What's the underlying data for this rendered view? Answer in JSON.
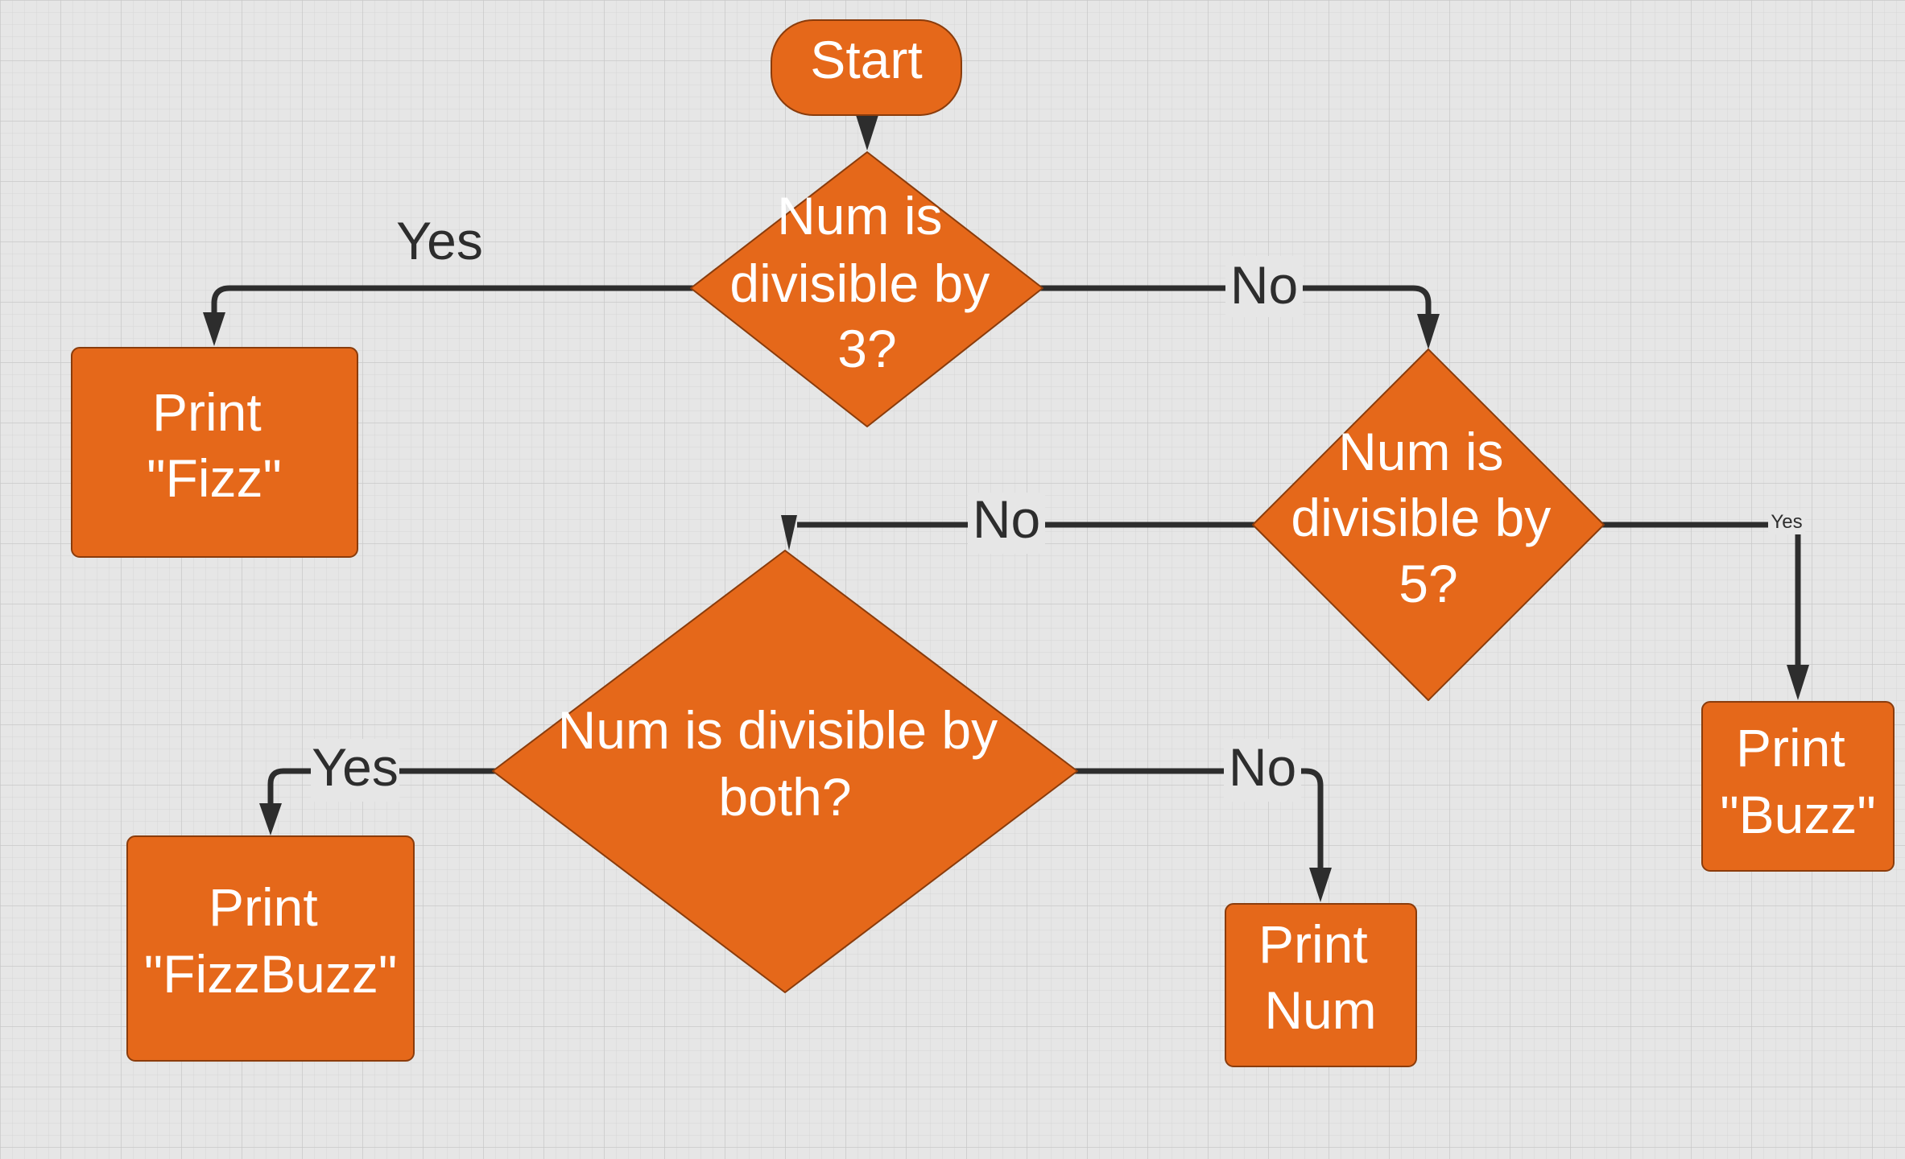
{
  "colors": {
    "node_fill": "#e5681a",
    "node_stroke": "#8a3c0c",
    "node_text": "#ffffff",
    "connector": "#2d2d2d",
    "edge_label": "#2d2d2d",
    "canvas": "#e6e6e6",
    "grid_minor": "#d6d6d6",
    "grid_major": "#c8c8c8"
  },
  "nodes": {
    "start": {
      "lines": [
        "Start"
      ]
    },
    "decision_div3": {
      "lines": [
        "Num is",
        "divisible by",
        "3?"
      ]
    },
    "decision_div5": {
      "lines": [
        "Num is",
        "divisible by",
        "5?"
      ]
    },
    "decision_both": {
      "lines": [
        "Num is divisible by",
        "both?"
      ]
    },
    "print_fizz": {
      "lines": [
        "Print",
        "\"Fizz\""
      ]
    },
    "print_buzz": {
      "lines": [
        "Print",
        "\"Buzz\""
      ]
    },
    "print_fizzbuzz": {
      "lines": [
        "Print",
        "\"FizzBuzz\""
      ]
    },
    "print_num": {
      "lines": [
        "Print",
        "Num"
      ]
    }
  },
  "edge_labels": {
    "div3_yes": "Yes",
    "div3_no": "No",
    "div5_no": "No",
    "div5_yes": "Yes",
    "both_yes": "Yes",
    "both_no": "No"
  }
}
